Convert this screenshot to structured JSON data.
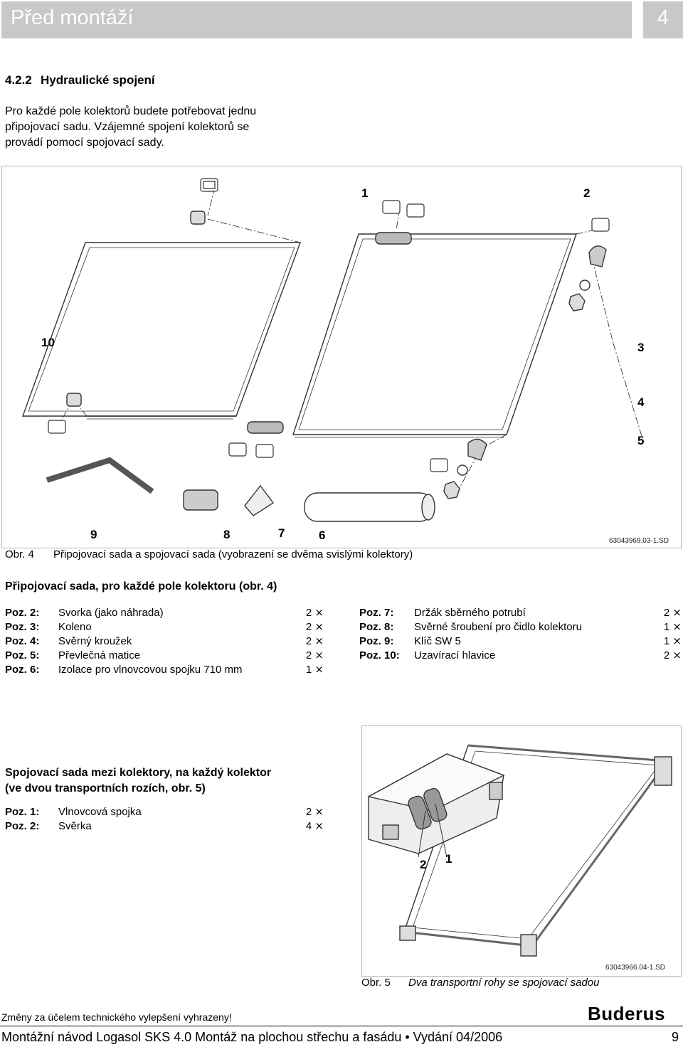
{
  "header": {
    "title": "Před montáží",
    "chapter": "4"
  },
  "section": {
    "number": "4.2.2",
    "title": "Hydraulické spojení",
    "intro_lines": [
      "Pro každé pole kolektorů budete potřebovat jednu",
      "připojovací sadu. Vzájemné spojení kolektorů se",
      "provádí pomocí spojovací sady."
    ]
  },
  "figure4": {
    "callouts": [
      "1",
      "2",
      "10",
      "3",
      "4",
      "5",
      "9",
      "8",
      "7",
      "6"
    ],
    "code": "63043969.03-1.SD",
    "label": "Obr. 4",
    "caption": "Připojovací sada a spojovací sada (vyobrazení se dvěma svislými kolektory)"
  },
  "kit1": {
    "heading": "Připojovací sada, pro každé pole kolektoru (obr. 4)",
    "left": [
      {
        "pos": "Poz. 2:",
        "desc": "Svorka (jako náhrada)",
        "qty": "2 ⨯"
      },
      {
        "pos": "Poz. 3:",
        "desc": "Koleno",
        "qty": "2 ⨯"
      },
      {
        "pos": "Poz. 4:",
        "desc": "Svěrný kroužek",
        "qty": "2 ⨯"
      },
      {
        "pos": "Poz. 5:",
        "desc": "Převlečná matice",
        "qty": "2 ⨯"
      },
      {
        "pos": "Poz. 6:",
        "desc": "Izolace pro vlnovcovou spojku 710 mm",
        "qty": "1 ⨯"
      }
    ],
    "right": [
      {
        "pos": "Poz. 7:",
        "desc": "Držák sběrného potrubí",
        "qty": "2 ⨯"
      },
      {
        "pos": "Poz. 8:",
        "desc": "Svěrné šroubení pro čidlo kolektoru",
        "qty": "1 ⨯"
      },
      {
        "pos": "Poz. 9:",
        "desc": "Klíč SW 5",
        "qty": "1 ⨯"
      },
      {
        "pos": "Poz. 10:",
        "desc": "Uzavírací hlavice",
        "qty": "2 ⨯"
      }
    ]
  },
  "kit2": {
    "heading_lines": [
      "Spojovací sada mezi kolektory, na každý kolektor",
      "(ve dvou transportních rozích, obr. 5)"
    ],
    "items": [
      {
        "pos": "Poz. 1:",
        "desc": "Vlnovcová spojka",
        "qty": "2 ⨯"
      },
      {
        "pos": "Poz. 2:",
        "desc": "Svěrka",
        "qty": "4 ⨯"
      }
    ]
  },
  "figure5": {
    "callouts": [
      "2",
      "1"
    ],
    "code": "63043966.04-1.SD",
    "label": "Obr. 5",
    "caption": "Dva transportní rohy se spojovací sadou"
  },
  "footer": {
    "note": "Změny za účelem technického vylepšení vyhrazeny!",
    "brand": "Buderus",
    "doc": "Montážní návod Logasol SKS 4.0 Montáž na plochou střechu a fasádu • Vydání 04/2006",
    "page": "9"
  }
}
